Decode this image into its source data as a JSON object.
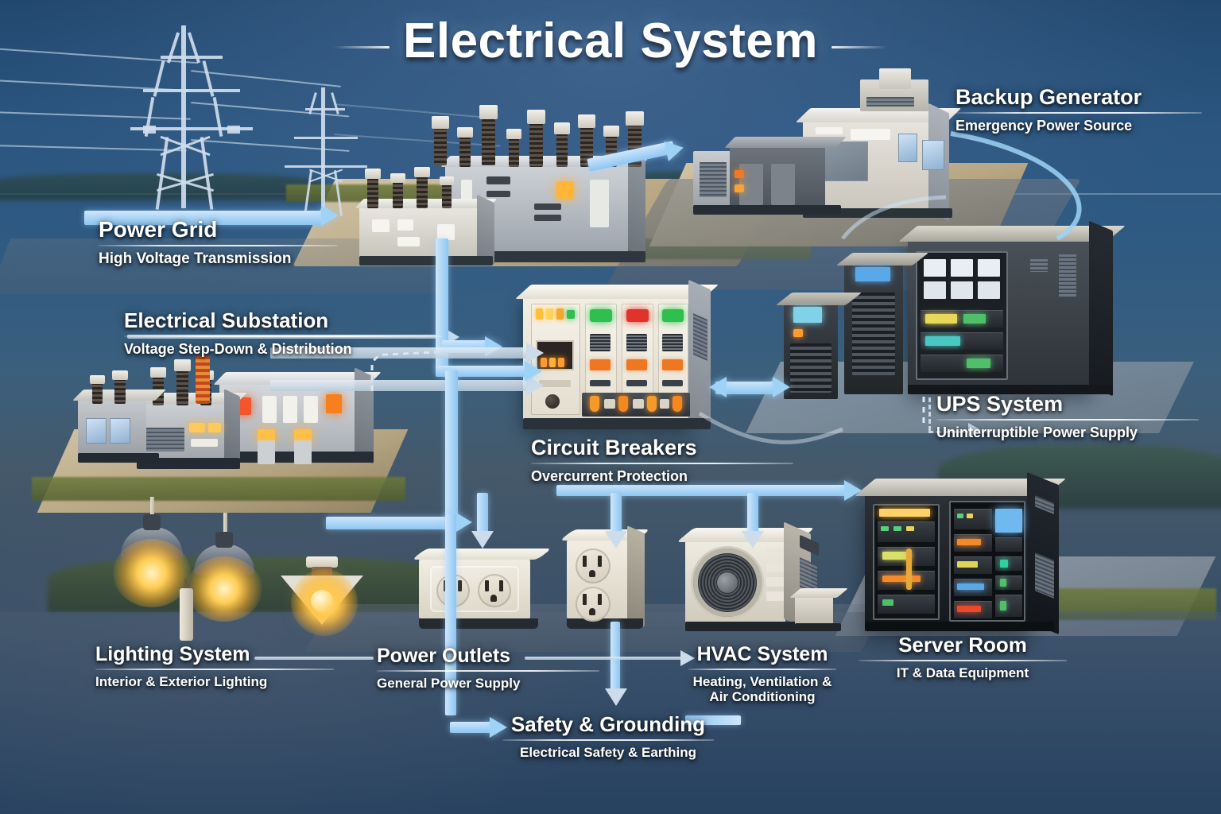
{
  "title": "Electrical System",
  "nodes": [
    {
      "id": "power-grid",
      "title": "Power Grid",
      "subtitle": "High Voltage Transmission"
    },
    {
      "id": "backup-generator",
      "title": "Backup Generator",
      "subtitle": "Emergency Power Source"
    },
    {
      "id": "electrical-substation",
      "title": "Electrical Substation",
      "subtitle": "Voltage Step-Down & Distribution"
    },
    {
      "id": "circuit-breakers",
      "title": "Circuit Breakers",
      "subtitle": "Overcurrent Protection"
    },
    {
      "id": "ups-system",
      "title": "UPS System",
      "subtitle": "Uninterruptible Power Supply"
    },
    {
      "id": "lighting-system",
      "title": "Lighting System",
      "subtitle": "Interior & Exterior Lighting"
    },
    {
      "id": "power-outlets",
      "title": "Power Outlets",
      "subtitle": "General Power Supply"
    },
    {
      "id": "hvac-system",
      "title": "HVAC System",
      "subtitle": "Heating, Ventilation &\nAir Conditioning"
    },
    {
      "id": "server-room",
      "title": "Server Room",
      "subtitle": "IT & Data Equipment"
    },
    {
      "id": "safety-grounding",
      "title": "Safety & Grounding",
      "subtitle": "Electrical Safety & Earthing"
    }
  ],
  "colors": {
    "background_top": "#22486f",
    "background_bottom": "#23405f",
    "flow_arrow": "#9ed3f5",
    "flow_arrow_pale": "#ccdcea",
    "label_text": "#ffffff",
    "breaker_panel": "#efe9dc",
    "led_green": "#2fbf4f",
    "led_red": "#e0342b",
    "breaker_orange": "#ef7722",
    "lamp_glow": "#ffcd54",
    "pad_sand": "#bda981",
    "grass": "#6d7a3c"
  },
  "chart_data": {
    "type": "diagram",
    "title": "Electrical System",
    "nodes": [
      "Power Grid",
      "Backup Generator",
      "Electrical Substation",
      "Circuit Breakers",
      "UPS System",
      "Lighting System",
      "Power Outlets",
      "HVAC System",
      "Server Room",
      "Safety & Grounding"
    ],
    "edges": [
      {
        "from": "Power Grid",
        "to": "Electrical Substation"
      },
      {
        "from": "Electrical Substation",
        "to": "Backup Generator"
      },
      {
        "from": "Electrical Substation",
        "to": "Circuit Breakers"
      },
      {
        "from": "Backup Generator",
        "to": "UPS System"
      },
      {
        "from": "Circuit Breakers",
        "to": "UPS System"
      },
      {
        "from": "UPS System",
        "to": "Circuit Breakers"
      },
      {
        "from": "Circuit Breakers",
        "to": "Server Room"
      },
      {
        "from": "Circuit Breakers",
        "to": "Lighting System"
      },
      {
        "from": "Circuit Breakers",
        "to": "Power Outlets"
      },
      {
        "from": "Circuit Breakers",
        "to": "HVAC System"
      },
      {
        "from": "Circuit Breakers",
        "to": "Safety & Grounding"
      },
      {
        "from": "HVAC System",
        "to": "Safety & Grounding"
      }
    ]
  }
}
